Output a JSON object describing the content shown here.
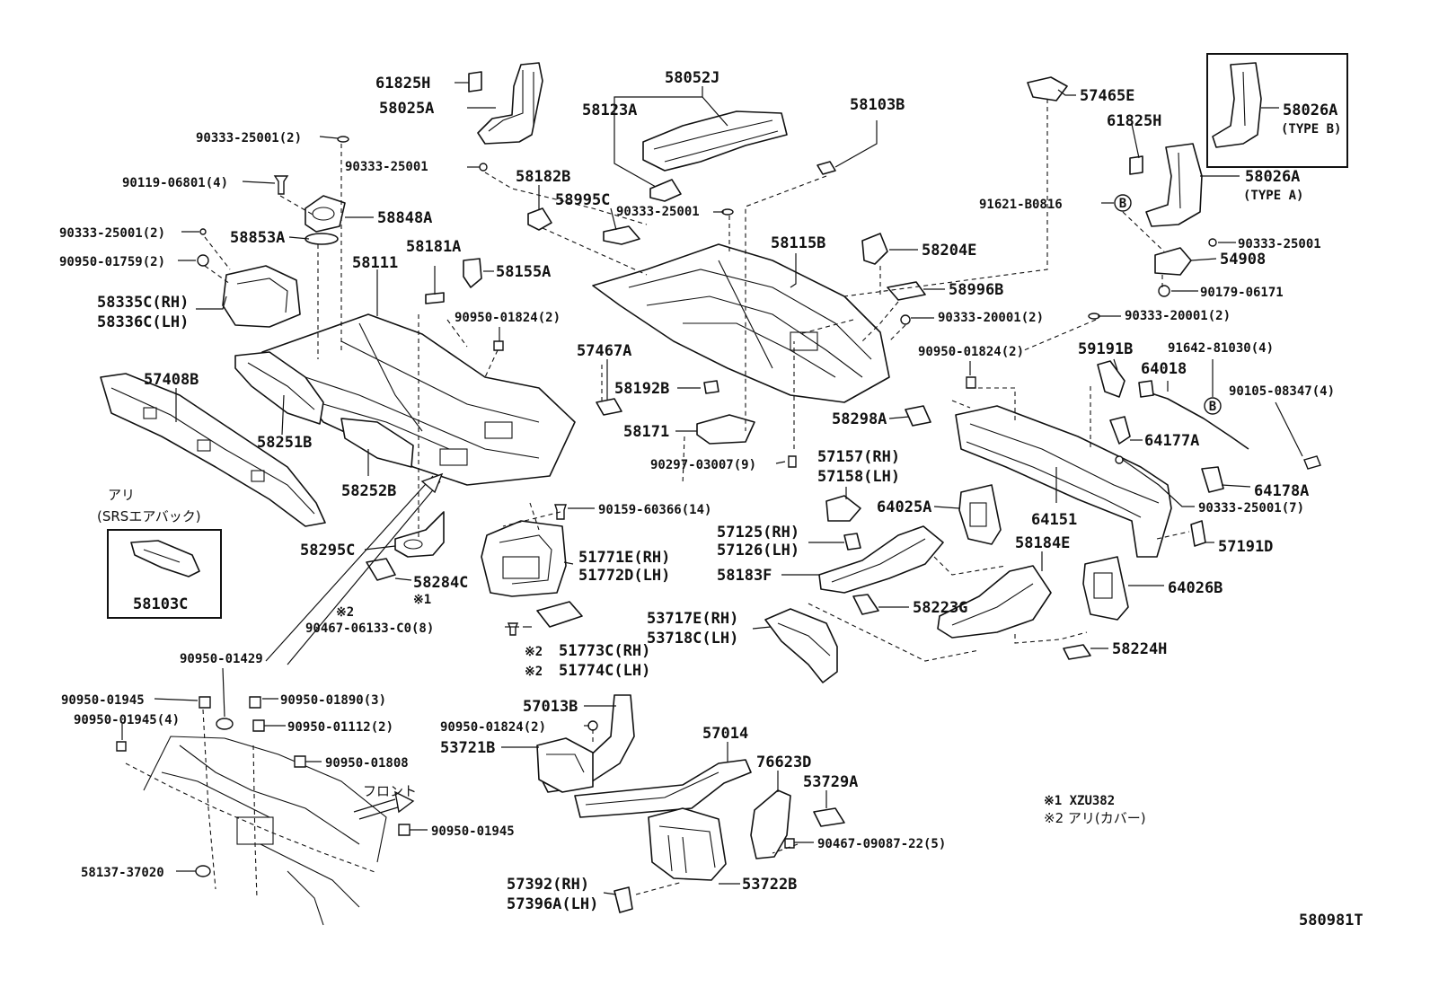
{
  "diagram_id": "580981T",
  "labels": {
    "l_61825H_a": "61825H",
    "l_58025A": "58025A",
    "l_90333_25001_2a": "90333-25001(2)",
    "l_90333_25001_a": "90333-25001",
    "l_90119_06801": "90119-06801(4)",
    "l_58848A": "58848A",
    "l_90333_25001_2b": "90333-25001(2)",
    "l_58853A": "58853A",
    "l_90950_01759": "90950-01759(2)",
    "l_58335C": "58335C(RH)",
    "l_58336C": "58336C(LH)",
    "l_58111": "58111",
    "l_58181A": "58181A",
    "l_58155A": "58155A",
    "l_90950_01824_2a": "90950-01824(2)",
    "l_57408B": "57408B",
    "l_58251B": "58251B",
    "l_58252B": "58252B",
    "l_ari": "アリ",
    "l_srs": "(SRSエアバック)",
    "l_58103C": "58103C",
    "l_58295C": "58295C",
    "l_58284C": "58284C",
    "l_note1_mark": "※1",
    "l_note2_mark": "※2",
    "l_90467_06133": "90467-06133-C0(8)",
    "l_58052J": "58052J",
    "l_58123A": "58123A",
    "l_58182B": "58182B",
    "l_58995C": "58995C",
    "l_90333_25001_b": "90333-25001",
    "l_58103B": "58103B",
    "l_57465E": "57465E",
    "l_58115B": "58115B",
    "l_58204E": "58204E",
    "l_58996B": "58996B",
    "l_90333_20001_2a": "90333-20001(2)",
    "l_90333_20001_2b": "90333-20001(2)",
    "l_57467A": "57467A",
    "l_58192B": "58192B",
    "l_58171": "58171",
    "l_58298A": "58298A",
    "l_90297_03007": "90297-03007(9)",
    "l_90159_60366": "90159-60366(14)",
    "l_51771E": "51771E(RH)",
    "l_51772D": "51772D(LH)",
    "l_51773C": "51773C(RH)",
    "l_51774C": "51774C(LH)",
    "l_note2a": "※2",
    "l_note2b": "※2",
    "l_58026A_b": "58026A",
    "l_typeb": "(TYPE B)",
    "l_61825H_b": "61825H",
    "l_58026A_a": "58026A",
    "l_typea": "(TYPE A)",
    "l_91621_B0816": "91621-B0816",
    "l_90333_25001_c": "90333-25001",
    "l_54908": "54908",
    "l_90179_06171": "90179-06171",
    "l_90950_01824_2b": "90950-01824(2)",
    "l_59191B": "59191B",
    "l_91642_81030": "91642-81030(4)",
    "l_64018": "64018",
    "l_90105_08347": "90105-08347(4)",
    "l_64177A": "64177A",
    "l_64178A": "64178A",
    "l_64151": "64151",
    "l_90333_25001_7": "90333-25001(7)",
    "l_57157": "57157(RH)",
    "l_57158": "57158(LH)",
    "l_64025A": "64025A",
    "l_57125": "57125(RH)",
    "l_57126": "57126(LH)",
    "l_58183F": "58183F",
    "l_58184E": "58184E",
    "l_57191D": "57191D",
    "l_64026B": "64026B",
    "l_58223G": "58223G",
    "l_53717E": "53717E(RH)",
    "l_53718C": "53718C(LH)",
    "l_58224H": "58224H",
    "l_90950_01429": "90950-01429",
    "l_90950_01945_a": "90950-01945",
    "l_90950_01890": "90950-01890(3)",
    "l_90950_01945_4": "90950-01945(4)",
    "l_90950_01112": "90950-01112(2)",
    "l_90950_01808": "90950-01808",
    "l_front": "フロント",
    "l_90950_01945_b": "90950-01945",
    "l_58137_37020": "58137-37020",
    "l_57013B": "57013B",
    "l_90950_01824_2c": "90950-01824(2)",
    "l_57014": "57014",
    "l_53721B": "53721B",
    "l_76623D": "76623D",
    "l_53729A": "53729A",
    "l_90467_09087": "90467-09087-22(5)",
    "l_57392": "57392(RH)",
    "l_57396A": "57396A(LH)",
    "l_53722B": "53722B",
    "l_note1_text": "※1 XZU382",
    "l_note2_text": "※2 アリ(カバー)",
    "l_circle_b1": "B",
    "l_circle_b2": "B"
  }
}
